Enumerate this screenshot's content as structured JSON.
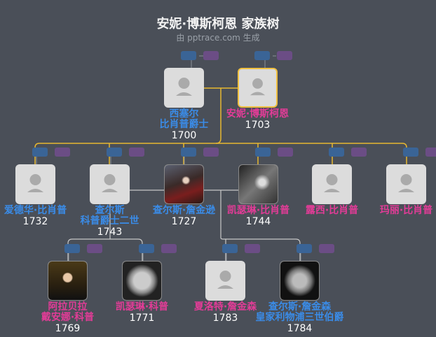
{
  "title": "安妮·博斯柯恩 家族树",
  "subtitle": "由 pptrace.com 生成",
  "colors": {
    "male": "#3a8ce8",
    "female": "#e23c97",
    "selected": "#f0c040",
    "line_main": "#e8b830",
    "line": "#c8c8c8"
  },
  "people": [
    {
      "id": "p1",
      "name_lines": [
        "西塞尔",
        "比肖普爵士"
      ],
      "year": "1700",
      "gender": "male",
      "icon": "person-placeholder-icon"
    },
    {
      "id": "p2",
      "name_lines": [
        "安妮·博斯柯恩"
      ],
      "year": "1703",
      "gender": "female",
      "selected": true,
      "icon": "person-placeholder-icon"
    },
    {
      "id": "p3",
      "name_lines": [
        "爱德华·比肖普"
      ],
      "year": "1732",
      "gender": "male",
      "icon": "person-placeholder-icon"
    },
    {
      "id": "p4",
      "name_lines": [
        "查尔斯",
        "科普爵士二世"
      ],
      "year": "1743",
      "gender": "male",
      "icon": "person-placeholder-icon"
    },
    {
      "id": "p5",
      "name_lines": [
        "查尔斯·詹金逊"
      ],
      "year": "1727",
      "gender": "male",
      "icon": "portrait-photo"
    },
    {
      "id": "p6",
      "name_lines": [
        "凯瑟琳·比肖普"
      ],
      "year": "1744",
      "gender": "female",
      "icon": "portrait-photo"
    },
    {
      "id": "p7",
      "name_lines": [
        "露西·比肖普"
      ],
      "year": "",
      "gender": "female",
      "icon": "person-placeholder-icon"
    },
    {
      "id": "p8",
      "name_lines": [
        "玛丽·比肖普"
      ],
      "year": "",
      "gender": "female",
      "icon": "person-placeholder-icon"
    },
    {
      "id": "p9",
      "name_lines": [
        "阿拉贝拉",
        "戴安娜·科普"
      ],
      "year": "1769",
      "gender": "female",
      "icon": "portrait-photo"
    },
    {
      "id": "p10",
      "name_lines": [
        "凯瑟琳·科普"
      ],
      "year": "1771",
      "gender": "female",
      "icon": "portrait-photo"
    },
    {
      "id": "p11",
      "name_lines": [
        "夏洛特·詹金森"
      ],
      "year": "1783",
      "gender": "female",
      "icon": "person-placeholder-icon"
    },
    {
      "id": "p12",
      "name_lines": [
        "查尔斯·詹金森",
        "皇家利物浦三世伯爵"
      ],
      "year": "1784",
      "gender": "male",
      "icon": "portrait-photo"
    }
  ]
}
